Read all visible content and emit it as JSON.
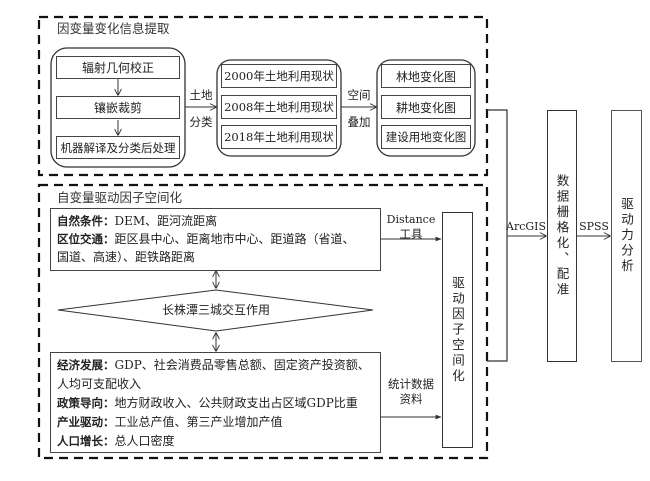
{
  "section_dependent": {
    "title": "因变量变化信息提取",
    "preprocess_steps": [
      "辐射几何校正",
      "镶嵌裁剪",
      "机器解译及分类后处理"
    ],
    "arrow_label_1": [
      "土地",
      "分类"
    ],
    "land_use_status": [
      "2000年土地利用现状",
      "2008年土地利用现状",
      "2018年土地利用现状"
    ],
    "arrow_label_2": [
      "空间",
      "叠加"
    ],
    "change_maps": [
      "林地变化图",
      "耕地变化图",
      "建设用地变化图"
    ]
  },
  "section_independent": {
    "title": "自变量驱动因子空间化",
    "distance_factors": [
      {
        "category": "自然条件：",
        "items": "DEM、距河流距离"
      },
      {
        "category": "区位交通：",
        "items": "距区县中心、距离地市中心、距道路（省道、"
      },
      {
        "category": "",
        "items": "国道、高速）、距铁路距离"
      }
    ],
    "interaction_label": "长株潭三城交互作用",
    "statistical_factors": [
      {
        "category": "经济发展：",
        "items": "GDP、社会消费品零售总额、固定资产投资额、"
      },
      {
        "category": "",
        "items": "人均可支配收入"
      },
      {
        "category": "政策导向：",
        "items": "地方财政收入、公共财政支出占区域GDP比重"
      },
      {
        "category": "产业驱动：",
        "items": "工业总产值、第三产业增加产值"
      },
      {
        "category": "人口增长：",
        "items": "总人口密度"
      }
    ],
    "arrow_label_distance": [
      "Distance",
      "工具"
    ],
    "arrow_label_stats": [
      "统计数据",
      "资料"
    ],
    "spatialization_box": "驱动因子空间化"
  },
  "pipeline": {
    "arrow_label_arcgis": "ArcGIS",
    "raster_box": "数据栅格化、配准",
    "arrow_label_spss": "SPSS",
    "analysis_box": "驱动力分析"
  }
}
